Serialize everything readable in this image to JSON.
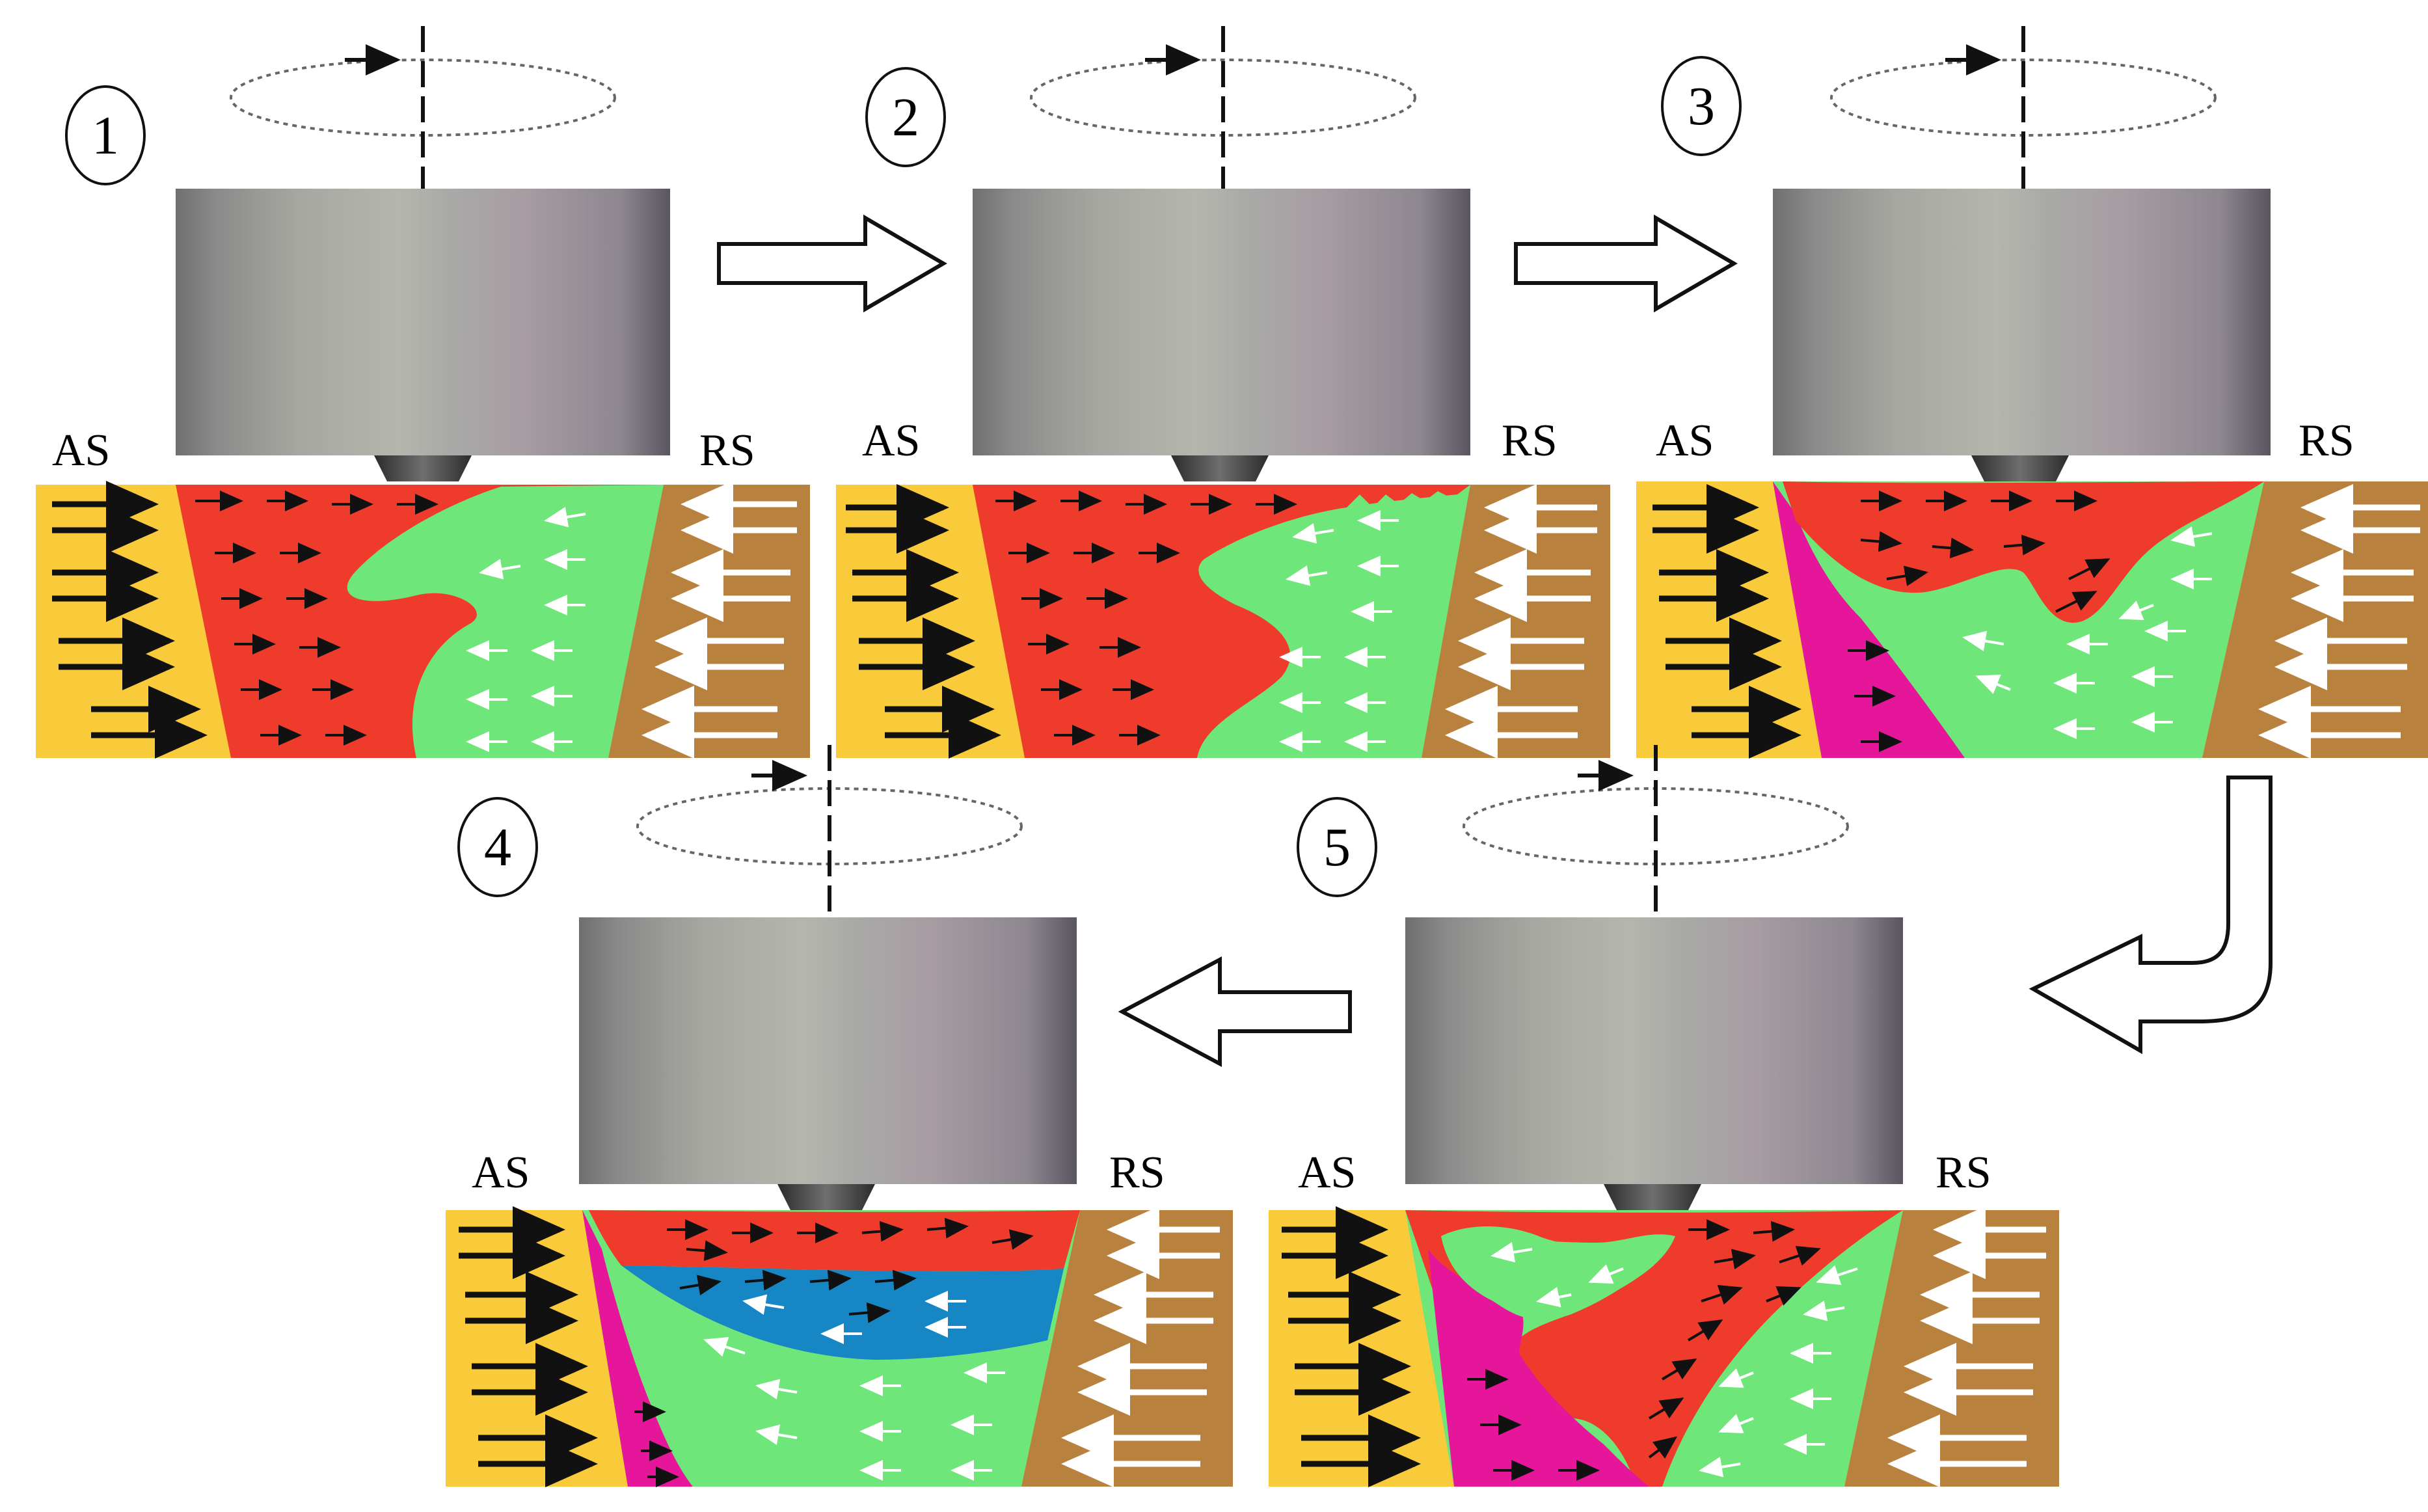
{
  "steps": [
    {
      "number": "1",
      "left_label": "AS",
      "right_label": "RS"
    },
    {
      "number": "2",
      "left_label": "AS",
      "right_label": "RS"
    },
    {
      "number": "3",
      "left_label": "AS",
      "right_label": "RS"
    },
    {
      "number": "4",
      "left_label": "AS",
      "right_label": "RS"
    },
    {
      "number": "5",
      "left_label": "AS",
      "right_label": "RS"
    }
  ],
  "colors": {
    "advancing_material": "#F9CB3A",
    "retreating_material": "#B8823E",
    "red_zone": "#EE3B2B",
    "green_zone": "#6FE67A",
    "magenta_zone": "#E6169A",
    "blue_zone": "#1686C4",
    "tool_body": "#9a9a9a",
    "arrow_dark": "#111111",
    "arrow_light": "#ffffff"
  }
}
